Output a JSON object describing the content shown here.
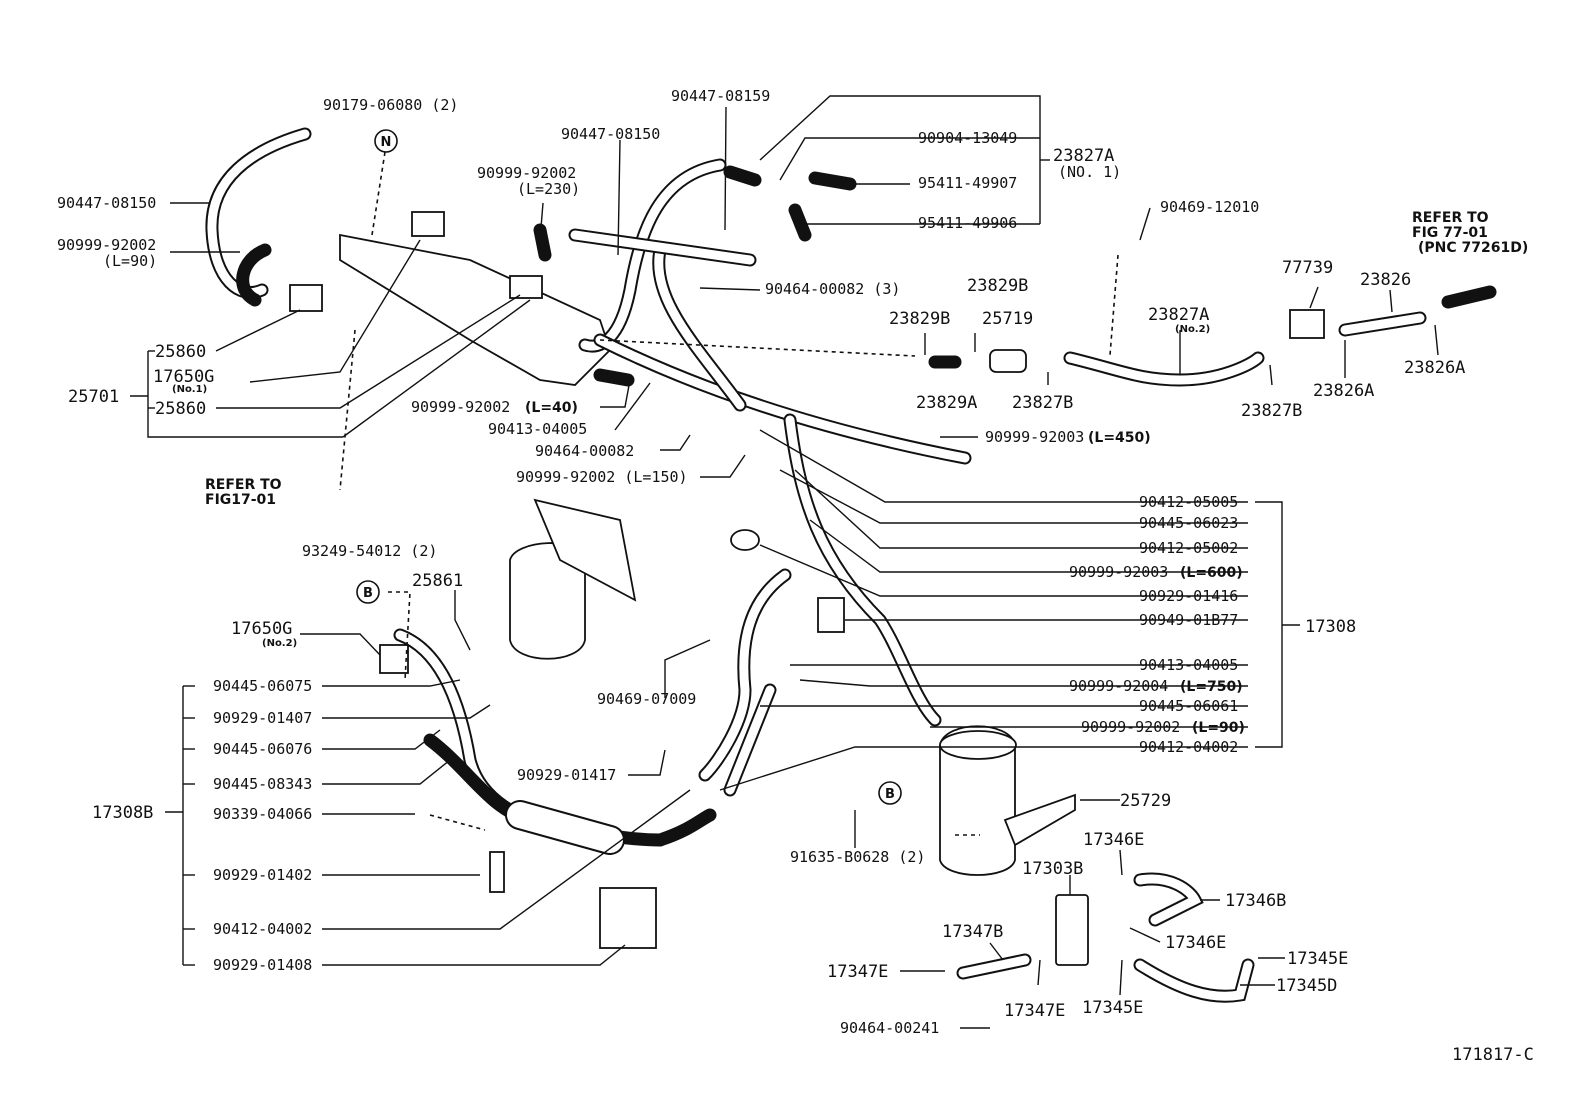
{
  "callouts": {
    "c90179": "90179-06080 (2)",
    "c90447a": "90447-08150",
    "c90447b": "90447-08159",
    "c90999_l230": "90999-92002",
    "l230": "(L=230)",
    "c90447_left": "90447-08150",
    "c90999_l90a": "90999-92002",
    "l90a": "(L=90)",
    "c90904": "90904-13049",
    "c95411a": "95411-49907",
    "c95411b": "95411-49906",
    "c23827a_no1": "23827A",
    "no1": "(NO. 1)",
    "c90469_12010": "90469-12010",
    "refer_77_1": "REFER TO",
    "refer_77_2": "FIG 77-01",
    "refer_77_3": "(PNC 77261D)",
    "c90464_00082_3": "90464-00082 (3)",
    "c23829b_a": "23829B",
    "c23829b_b": "23829B",
    "c25719": "25719",
    "c77739": "77739",
    "c23826": "23826",
    "c23827a_no2": "23827A",
    "no2": "(No.2)",
    "c23829a": "23829A",
    "c23827b_a": "23827B",
    "c23827b_b": "23827B",
    "c23826a_a": "23826A",
    "c23826a_b": "23826A",
    "c25860_a": "25860",
    "c17650g_1": "17650G",
    "no1_small": "(No.1)",
    "c25701": "25701",
    "c25860_b": "25860",
    "c90999_l40": "90999-92002",
    "l40": "(L=40)",
    "c90413_a": "90413-04005",
    "c90464_00082": "90464-00082",
    "c90999_l150": "90999-92002 (L=150)",
    "c90999_l450": "90999-92003",
    "l450": "(L=450)",
    "refer_17_1": "REFER TO",
    "refer_17_2": "FIG17-01",
    "c93249": "93249-54012 (2)",
    "c25861": "25861",
    "c17650g_2": "17650G",
    "no2_small": "(No.2)",
    "c90412_05005": "90412-05005",
    "c90445_06023": "90445-06023",
    "c90412_05002": "90412-05002",
    "c90999_92003_l600": "90999-92003",
    "l600": "(L=600)",
    "c90929_01416": "90929-01416",
    "c90949": "90949-01B77",
    "c17308": "17308",
    "c90413_b": "90413-04005",
    "c90999_92004": "90999-92004",
    "l750": "(L=750)",
    "c90445_06061": "90445-06061",
    "c90999_l90b": "90999-92002",
    "l90b": "(L=90)",
    "c90412_04002_r": "90412-04002",
    "c90469_07009": "90469-07009",
    "c90929_01417": "90929-01417",
    "c90445_06075": "90445-06075",
    "c90929_01407": "90929-01407",
    "c90445_06076": "90445-06076",
    "c90445_08343": "90445-08343",
    "c17308b": "17308B",
    "c90339": "90339-04066",
    "c90929_01402": "90929-01402",
    "c90412_04002_l": "90412-04002",
    "c90929_01408": "90929-01408",
    "c25729": "25729",
    "c91635": "91635-B0628 (2)",
    "c17346e_a": "17346E",
    "c17303b": "17303B",
    "c17346b": "17346B",
    "c17347b": "17347B",
    "c17346e_b": "17346E",
    "c17347e_a": "17347E",
    "c17345e_a": "17345E",
    "c17345d": "17345D",
    "c17347e_b": "17347E",
    "c17345e_b": "17345E",
    "c90464_00241": "90464-00241",
    "fig_id": "171817-C"
  },
  "markers": {
    "n": "N",
    "b1": "B",
    "b2": "B"
  }
}
